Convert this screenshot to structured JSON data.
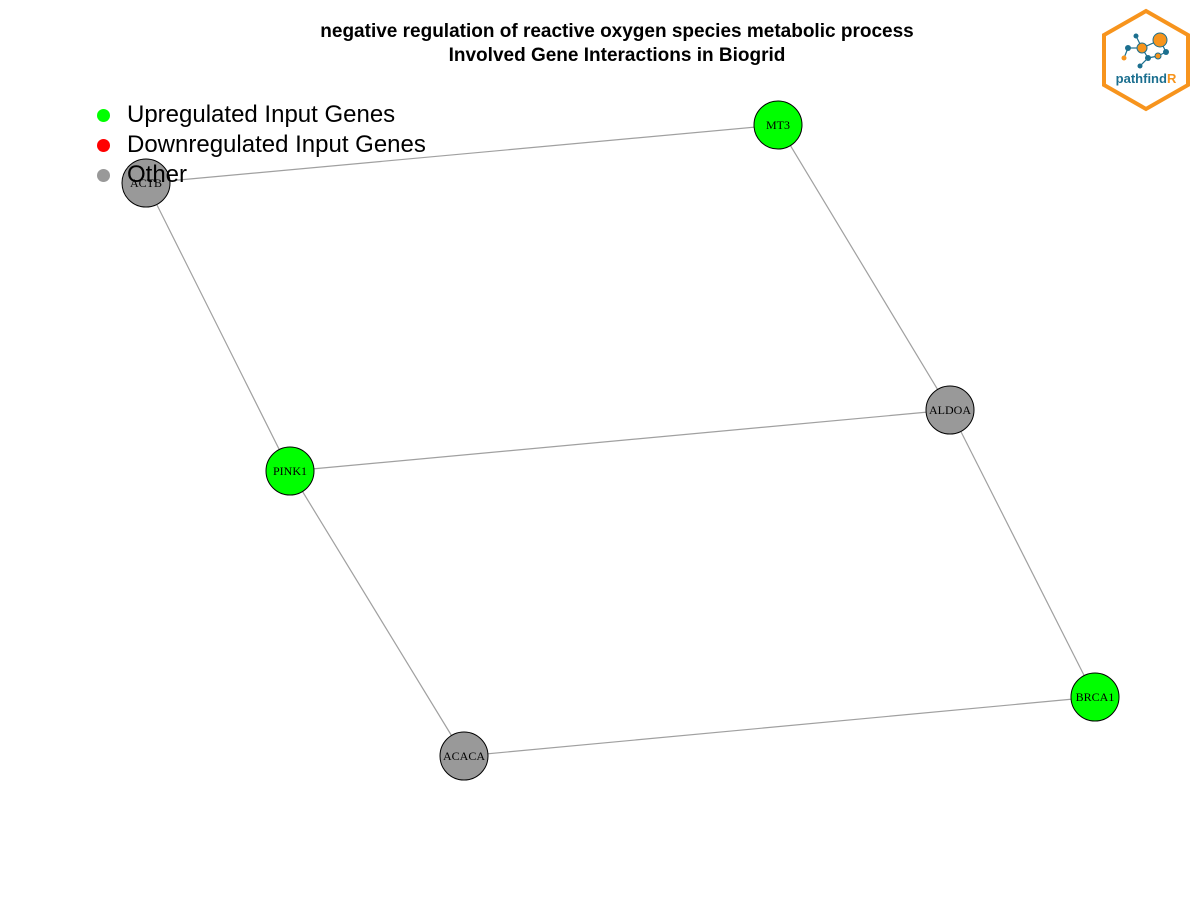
{
  "title": {
    "line1": "negative regulation of reactive oxygen species metabolic process",
    "line2": "Involved Gene Interactions in Biogrid"
  },
  "legend": {
    "items": [
      {
        "label": "Upregulated Input Genes",
        "color": "#00ff00"
      },
      {
        "label": "Downregulated Input Genes",
        "color": "#ff0000"
      },
      {
        "label": "Other",
        "color": "#999999"
      }
    ]
  },
  "colors": {
    "upregulated": "#00ff00",
    "downregulated": "#ff0000",
    "other": "#999999",
    "edge": "#a0a0a0",
    "logo_orange": "#f7941d",
    "logo_blue": "#1b6f8f"
  },
  "network": {
    "nodes": [
      {
        "id": "ACTB",
        "label": "ACTB",
        "status": "other"
      },
      {
        "id": "MT3",
        "label": "MT3",
        "status": "upregulated"
      },
      {
        "id": "ALDOA",
        "label": "ALDOA",
        "status": "other"
      },
      {
        "id": "PINK1",
        "label": "PINK1",
        "status": "upregulated"
      },
      {
        "id": "ACACA",
        "label": "ACACA",
        "status": "other"
      },
      {
        "id": "BRCA1",
        "label": "BRCA1",
        "status": "upregulated"
      }
    ],
    "edges": [
      {
        "source": "ACTB",
        "target": "MT3"
      },
      {
        "source": "ACTB",
        "target": "PINK1"
      },
      {
        "source": "MT3",
        "target": "ALDOA"
      },
      {
        "source": "PINK1",
        "target": "ALDOA"
      },
      {
        "source": "PINK1",
        "target": "ACACA"
      },
      {
        "source": "ALDOA",
        "target": "BRCA1"
      },
      {
        "source": "ACACA",
        "target": "BRCA1"
      }
    ]
  },
  "logo": {
    "text_main": "pathfind",
    "text_accent": "R"
  }
}
